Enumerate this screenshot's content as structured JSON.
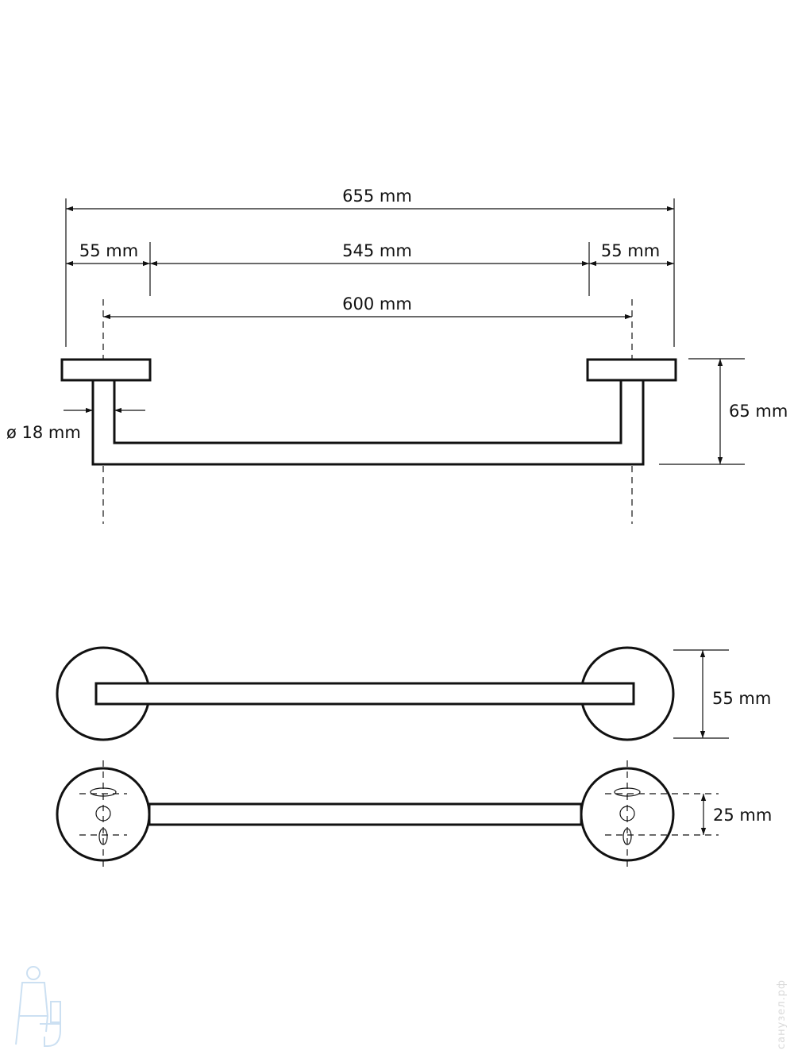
{
  "dimensions": {
    "overall_width": "655 mm",
    "left_base": "55 mm",
    "inner_span": "545 mm",
    "right_base": "55 mm",
    "center_distance": "600 mm",
    "depth": "65 mm",
    "tube_diameter": "ø 18 mm",
    "base_diameter": "55 mm",
    "hole_spacing": "25 mm"
  },
  "watermark": {
    "text": "санузел.рф"
  },
  "colors": {
    "line": "#111111",
    "background": "#ffffff",
    "watermark": "#bcd6ee"
  }
}
